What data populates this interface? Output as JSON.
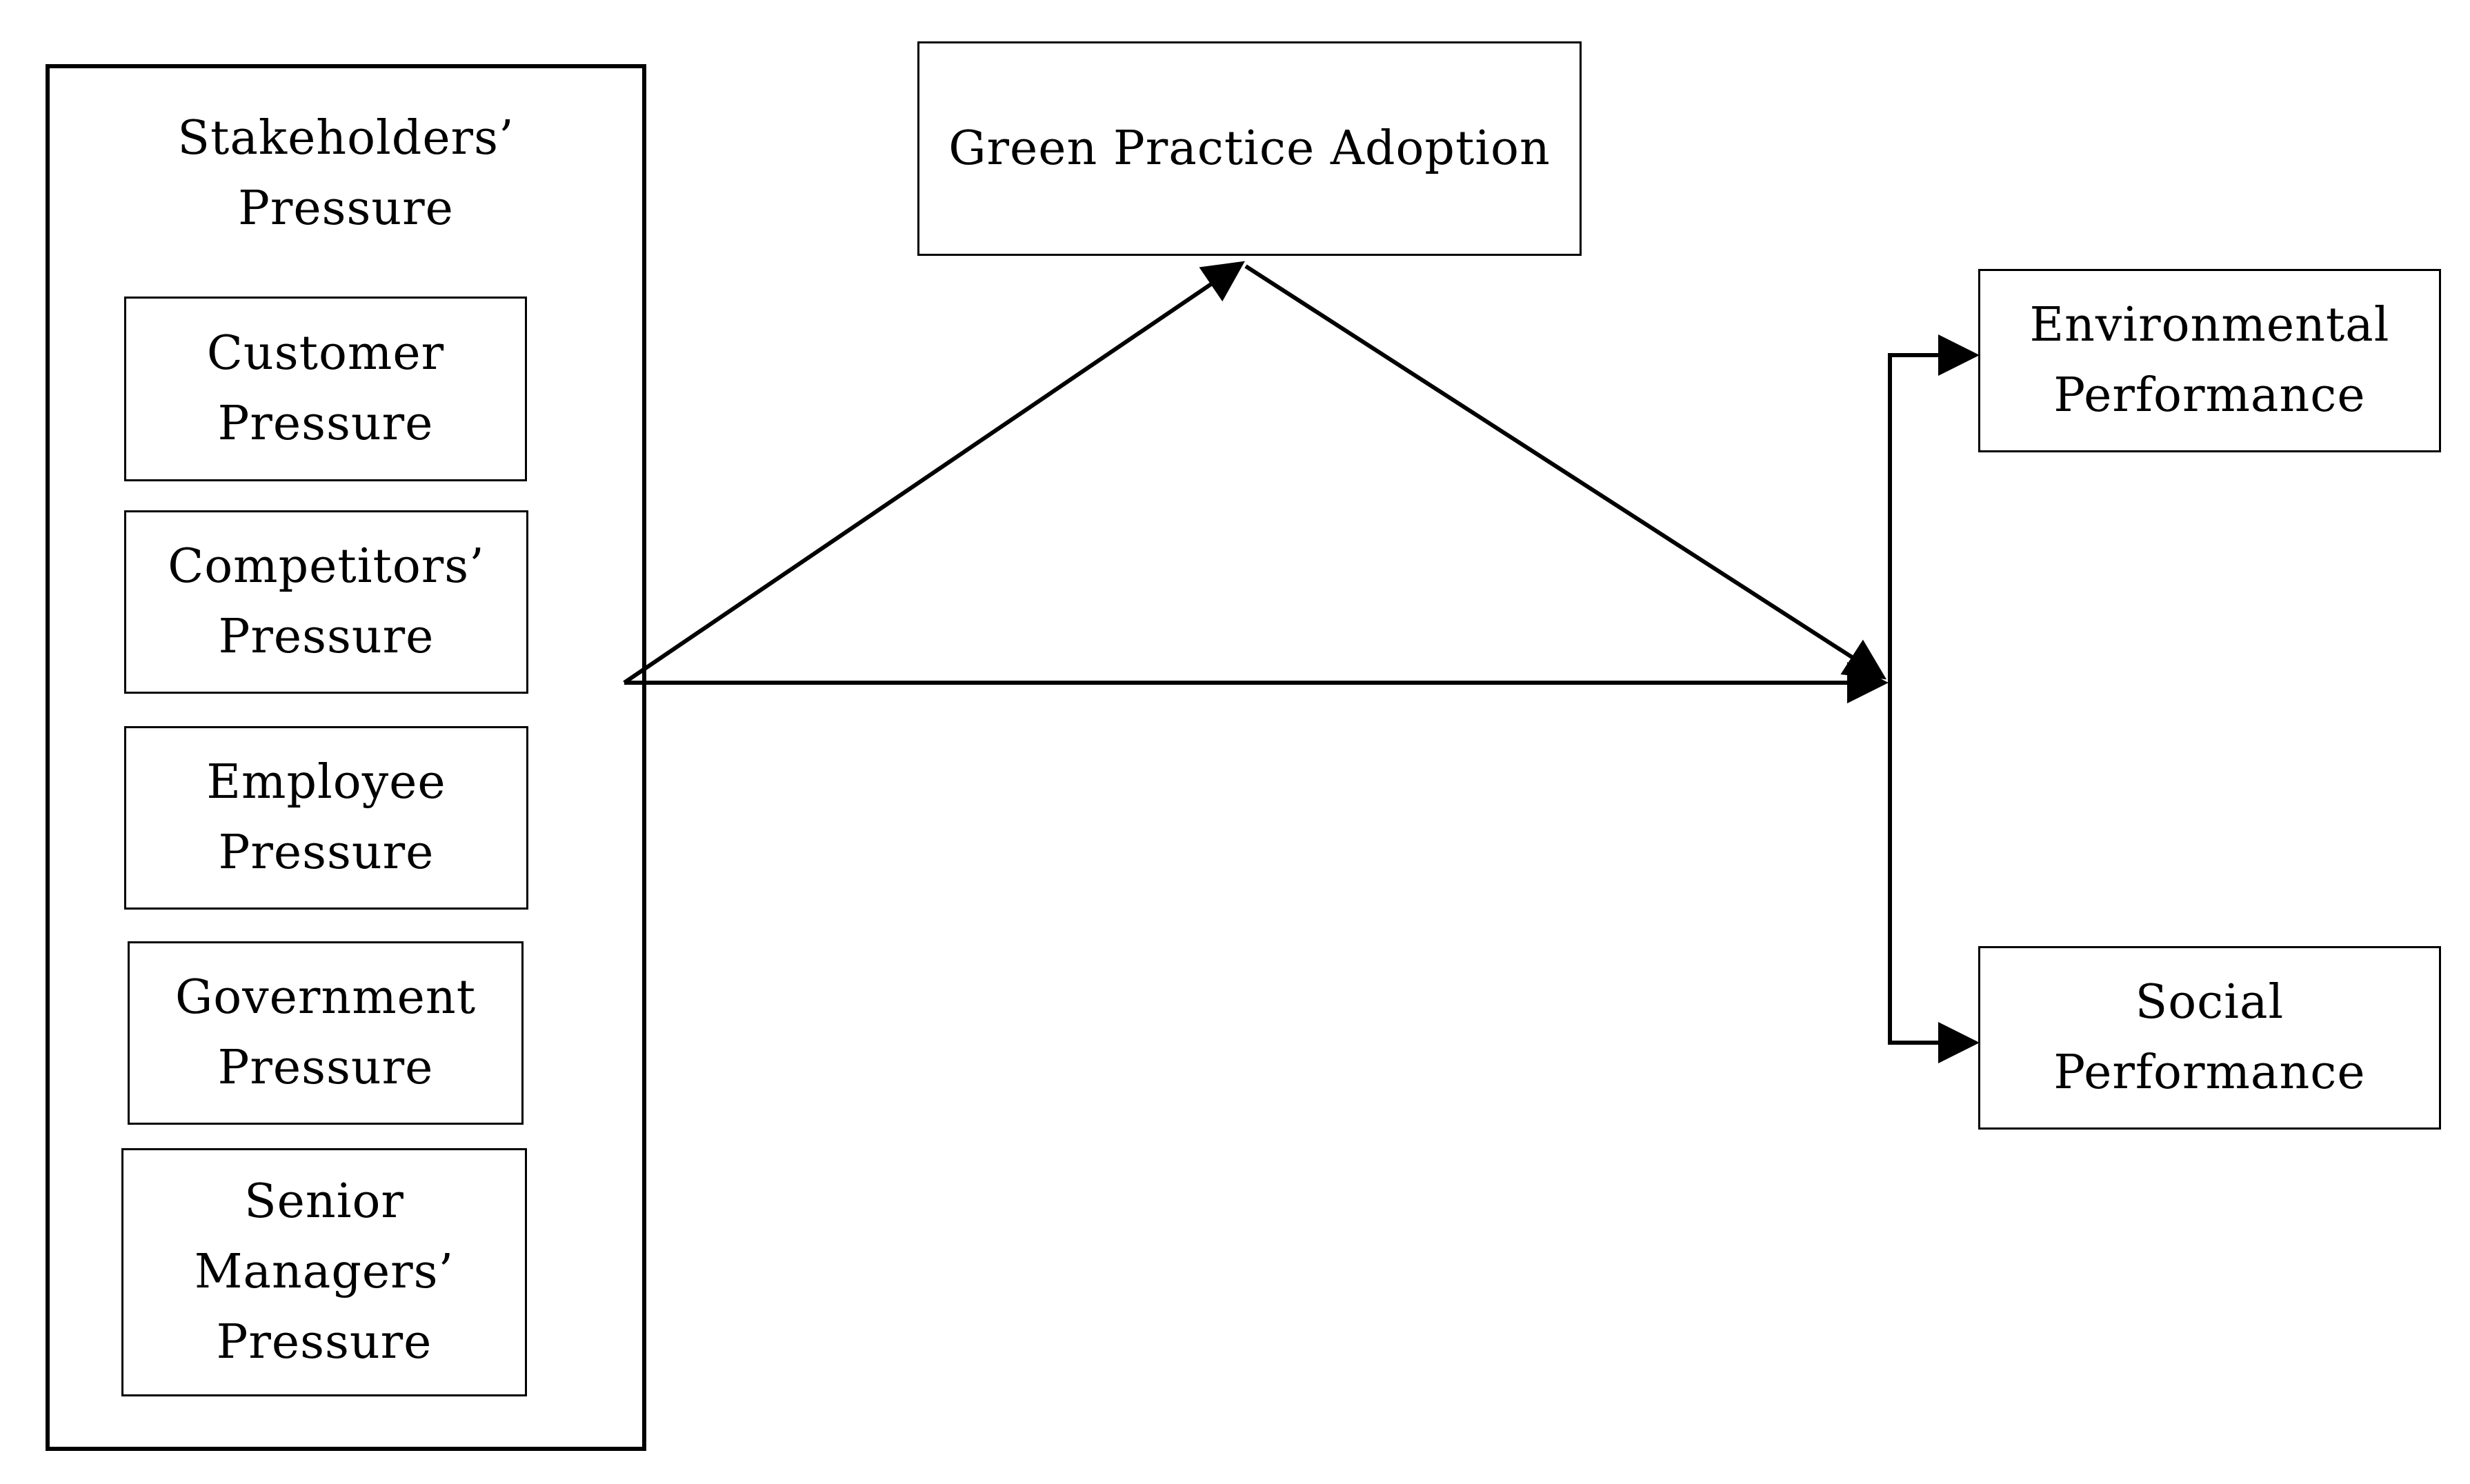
{
  "diagram": {
    "group": {
      "title": "Stakeholders’\nPressure",
      "items": [
        "Customer\nPressure",
        "Competitors’\nPressure",
        "Employee\nPressure",
        "Government\nPressure",
        "Senior\nManagers’\nPressure"
      ]
    },
    "mediator": "Green Practice Adoption",
    "outcomes": [
      "Environmental\nPerformance",
      "Social\nPerformance"
    ],
    "relations": [
      {
        "from": "Stakeholders’ Pressure",
        "to": "Green Practice Adoption"
      },
      {
        "from": "Green Practice Adoption",
        "to": "Environmental Performance / Social Performance"
      },
      {
        "from": "Stakeholders’ Pressure",
        "to": "Environmental Performance / Social Performance"
      }
    ]
  }
}
